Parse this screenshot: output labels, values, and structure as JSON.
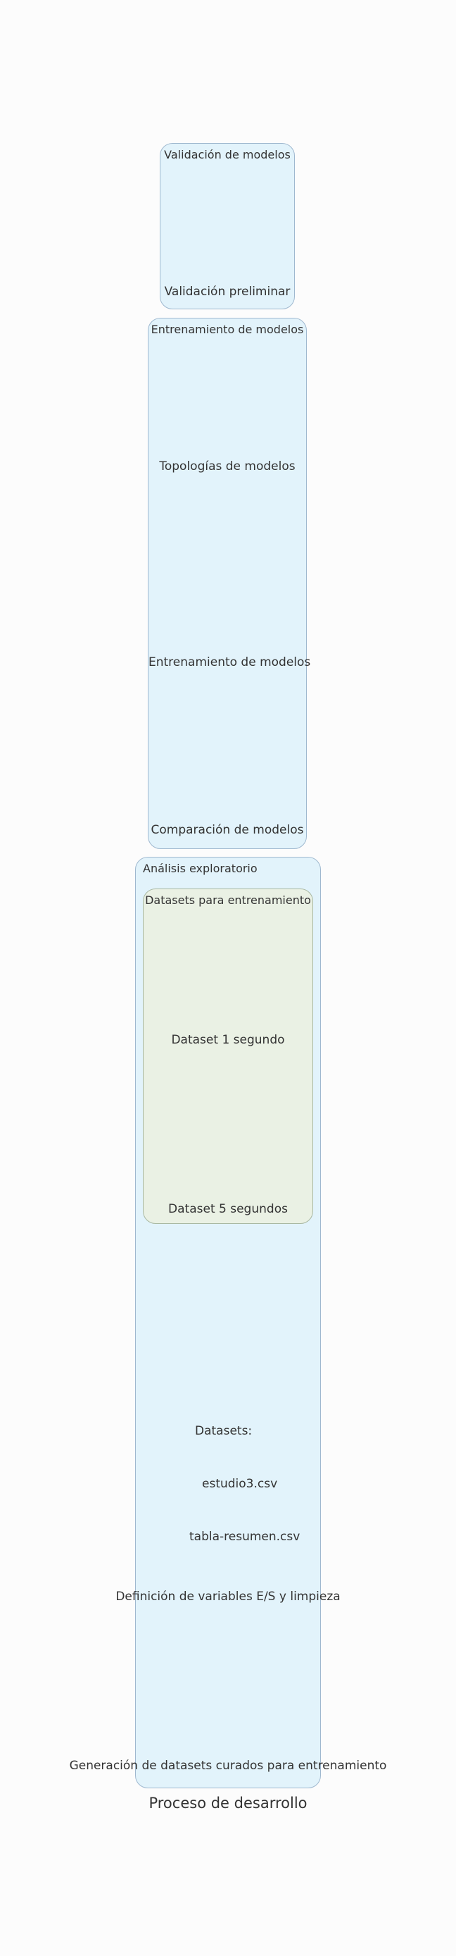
{
  "clusters": {
    "validacion": {
      "label": "Validación de modelos",
      "nodes": {
        "preliminar": "Validación preliminar"
      }
    },
    "entrenamiento": {
      "label": "Entrenamiento de modelos",
      "nodes": {
        "topologias": "Topologías de modelos",
        "entrenamiento": "Entrenamiento de modelos",
        "comparacion": "Comparación de modelos"
      }
    },
    "exploratorio": {
      "label": "Análisis exploratorio",
      "datasets_cluster": {
        "label": "Datasets para entrenamiento",
        "nodes": {
          "ds1": "Dataset 1 segundo",
          "ds5": "Dataset 5 segundos"
        }
      },
      "nodes": {
        "datasets_line1": "Datasets:",
        "datasets_line2": "estudio3.csv",
        "datasets_line3": "tabla-resumen.csv",
        "definicion": "Definición de variables E/S y limpieza",
        "generacion": "Generación de datasets curados para entrenamiento"
      }
    }
  },
  "title": "Proceso de desarrollo"
}
